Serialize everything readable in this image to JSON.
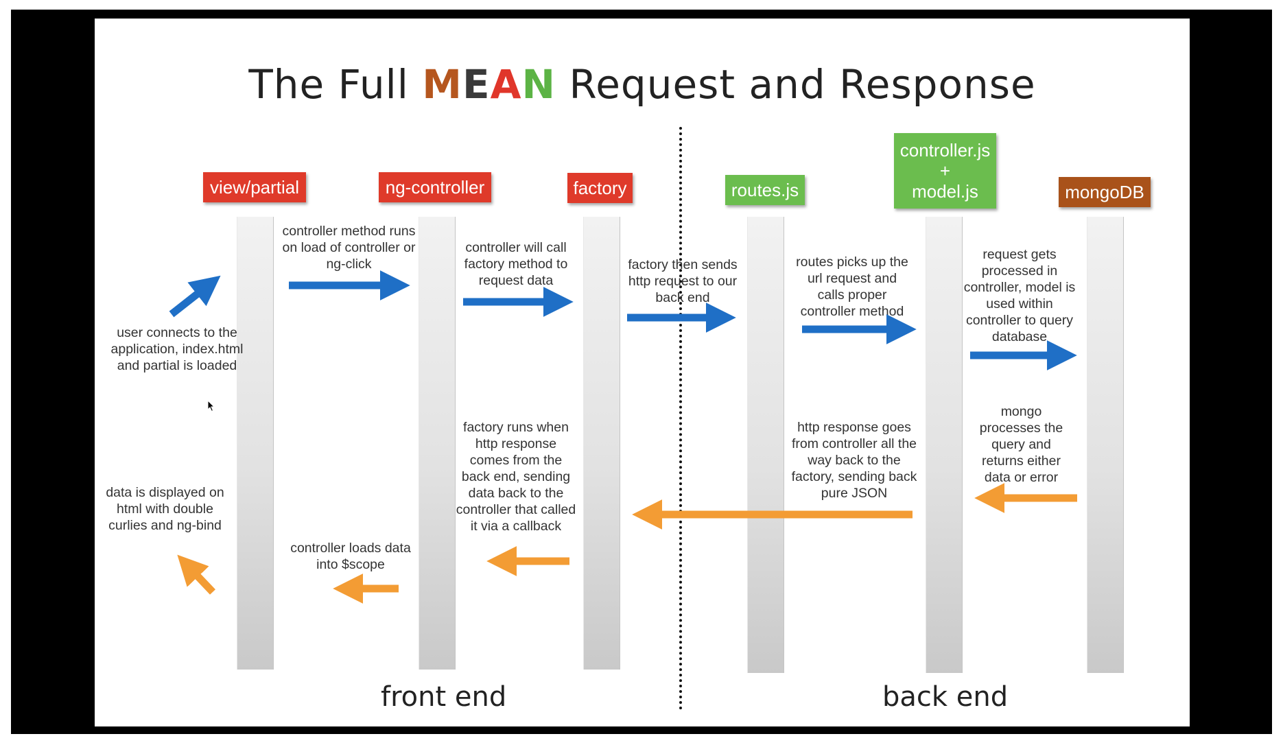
{
  "title": {
    "prefix": "The Full ",
    "m": "M",
    "e": "E",
    "a": "A",
    "n": "N",
    "suffix": " Request and Response"
  },
  "components": {
    "view_partial": "view/partial",
    "ng_controller": "ng-controller",
    "factory": "factory",
    "routes_js": "routes.js",
    "controller_model": {
      "line1": "controller.js",
      "line2": "+",
      "line3": "model.js"
    },
    "mongodb": "mongoDB"
  },
  "notes": {
    "user_connects": "user connects to the application, index.html and partial is loaded",
    "controller_method": "controller method runs on load of controller or ng-click",
    "controller_will_call": "controller will call factory method to request data",
    "factory_sends": "factory then sends http request to our back end",
    "routes_picks": "routes picks up the url request and calls proper controller method",
    "request_processed": "request gets processed in controller, model is used within controller to query database",
    "mongo_processes": "mongo processes the query and returns either data or error",
    "http_response": "http response goes from controller all the way back to the factory, sending back pure JSON",
    "factory_runs": "factory runs when http response comes from the back end, sending data back to the controller that called it via a callback",
    "controller_loads": "controller loads data into $scope",
    "data_displayed": "data is displayed on html with double curlies and ng-bind"
  },
  "sections": {
    "front": "front end",
    "back": "back end"
  },
  "colors": {
    "request_arrow": "#1f6fc6",
    "response_arrow": "#f39c34",
    "angular_box": "#df3a2a",
    "node_box": "#6bbd4e",
    "mongo_box": "#a9521a"
  }
}
